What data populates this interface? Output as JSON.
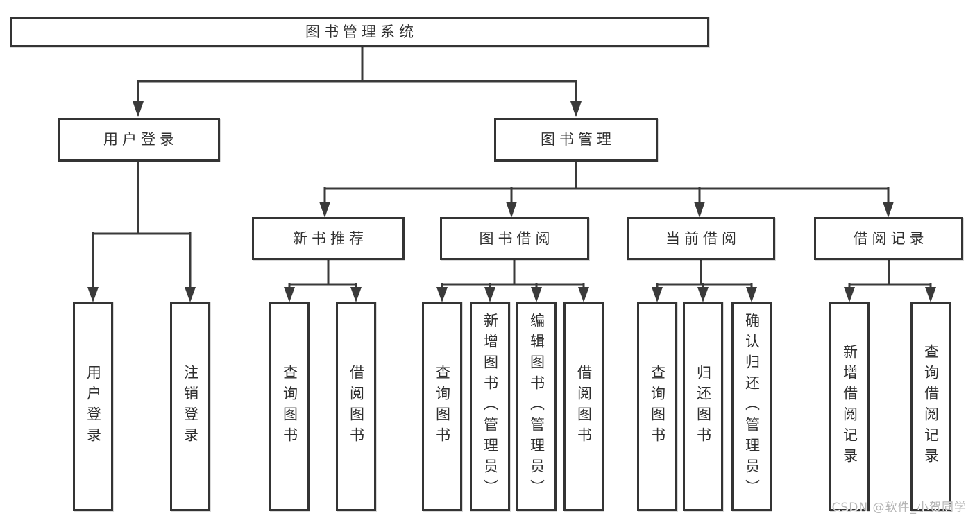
{
  "colors": {
    "background": "#ffffff",
    "line": "#3a3a3a",
    "box_border": "#343434",
    "text": "#2f2f2f",
    "watermark": "#b5b5b5"
  },
  "watermark": {
    "text": "CSDN @软件_小贺同学"
  },
  "tree": {
    "root": {
      "label": "图书管理系统",
      "children": [
        {
          "label": "用户登录",
          "children": [
            {
              "label": "用户登录"
            },
            {
              "label": "注销登录"
            }
          ]
        },
        {
          "label": "图书管理",
          "children": [
            {
              "label": "新书推荐",
              "children": [
                {
                  "label": "查询图书"
                },
                {
                  "label": "借阅图书"
                }
              ]
            },
            {
              "label": "图书借阅",
              "children": [
                {
                  "label": "查询图书"
                },
                {
                  "label": "新增图书（管理员）"
                },
                {
                  "label": "编辑图书（管理员）"
                },
                {
                  "label": "借阅图书"
                }
              ]
            },
            {
              "label": "当前借阅",
              "children": [
                {
                  "label": "查询图书"
                },
                {
                  "label": "归还图书"
                },
                {
                  "label": "确认归还（管理员）"
                }
              ]
            },
            {
              "label": "借阅记录",
              "children": [
                {
                  "label": "新增借阅记录"
                },
                {
                  "label": "查询借阅记录"
                }
              ]
            }
          ]
        }
      ]
    }
  }
}
